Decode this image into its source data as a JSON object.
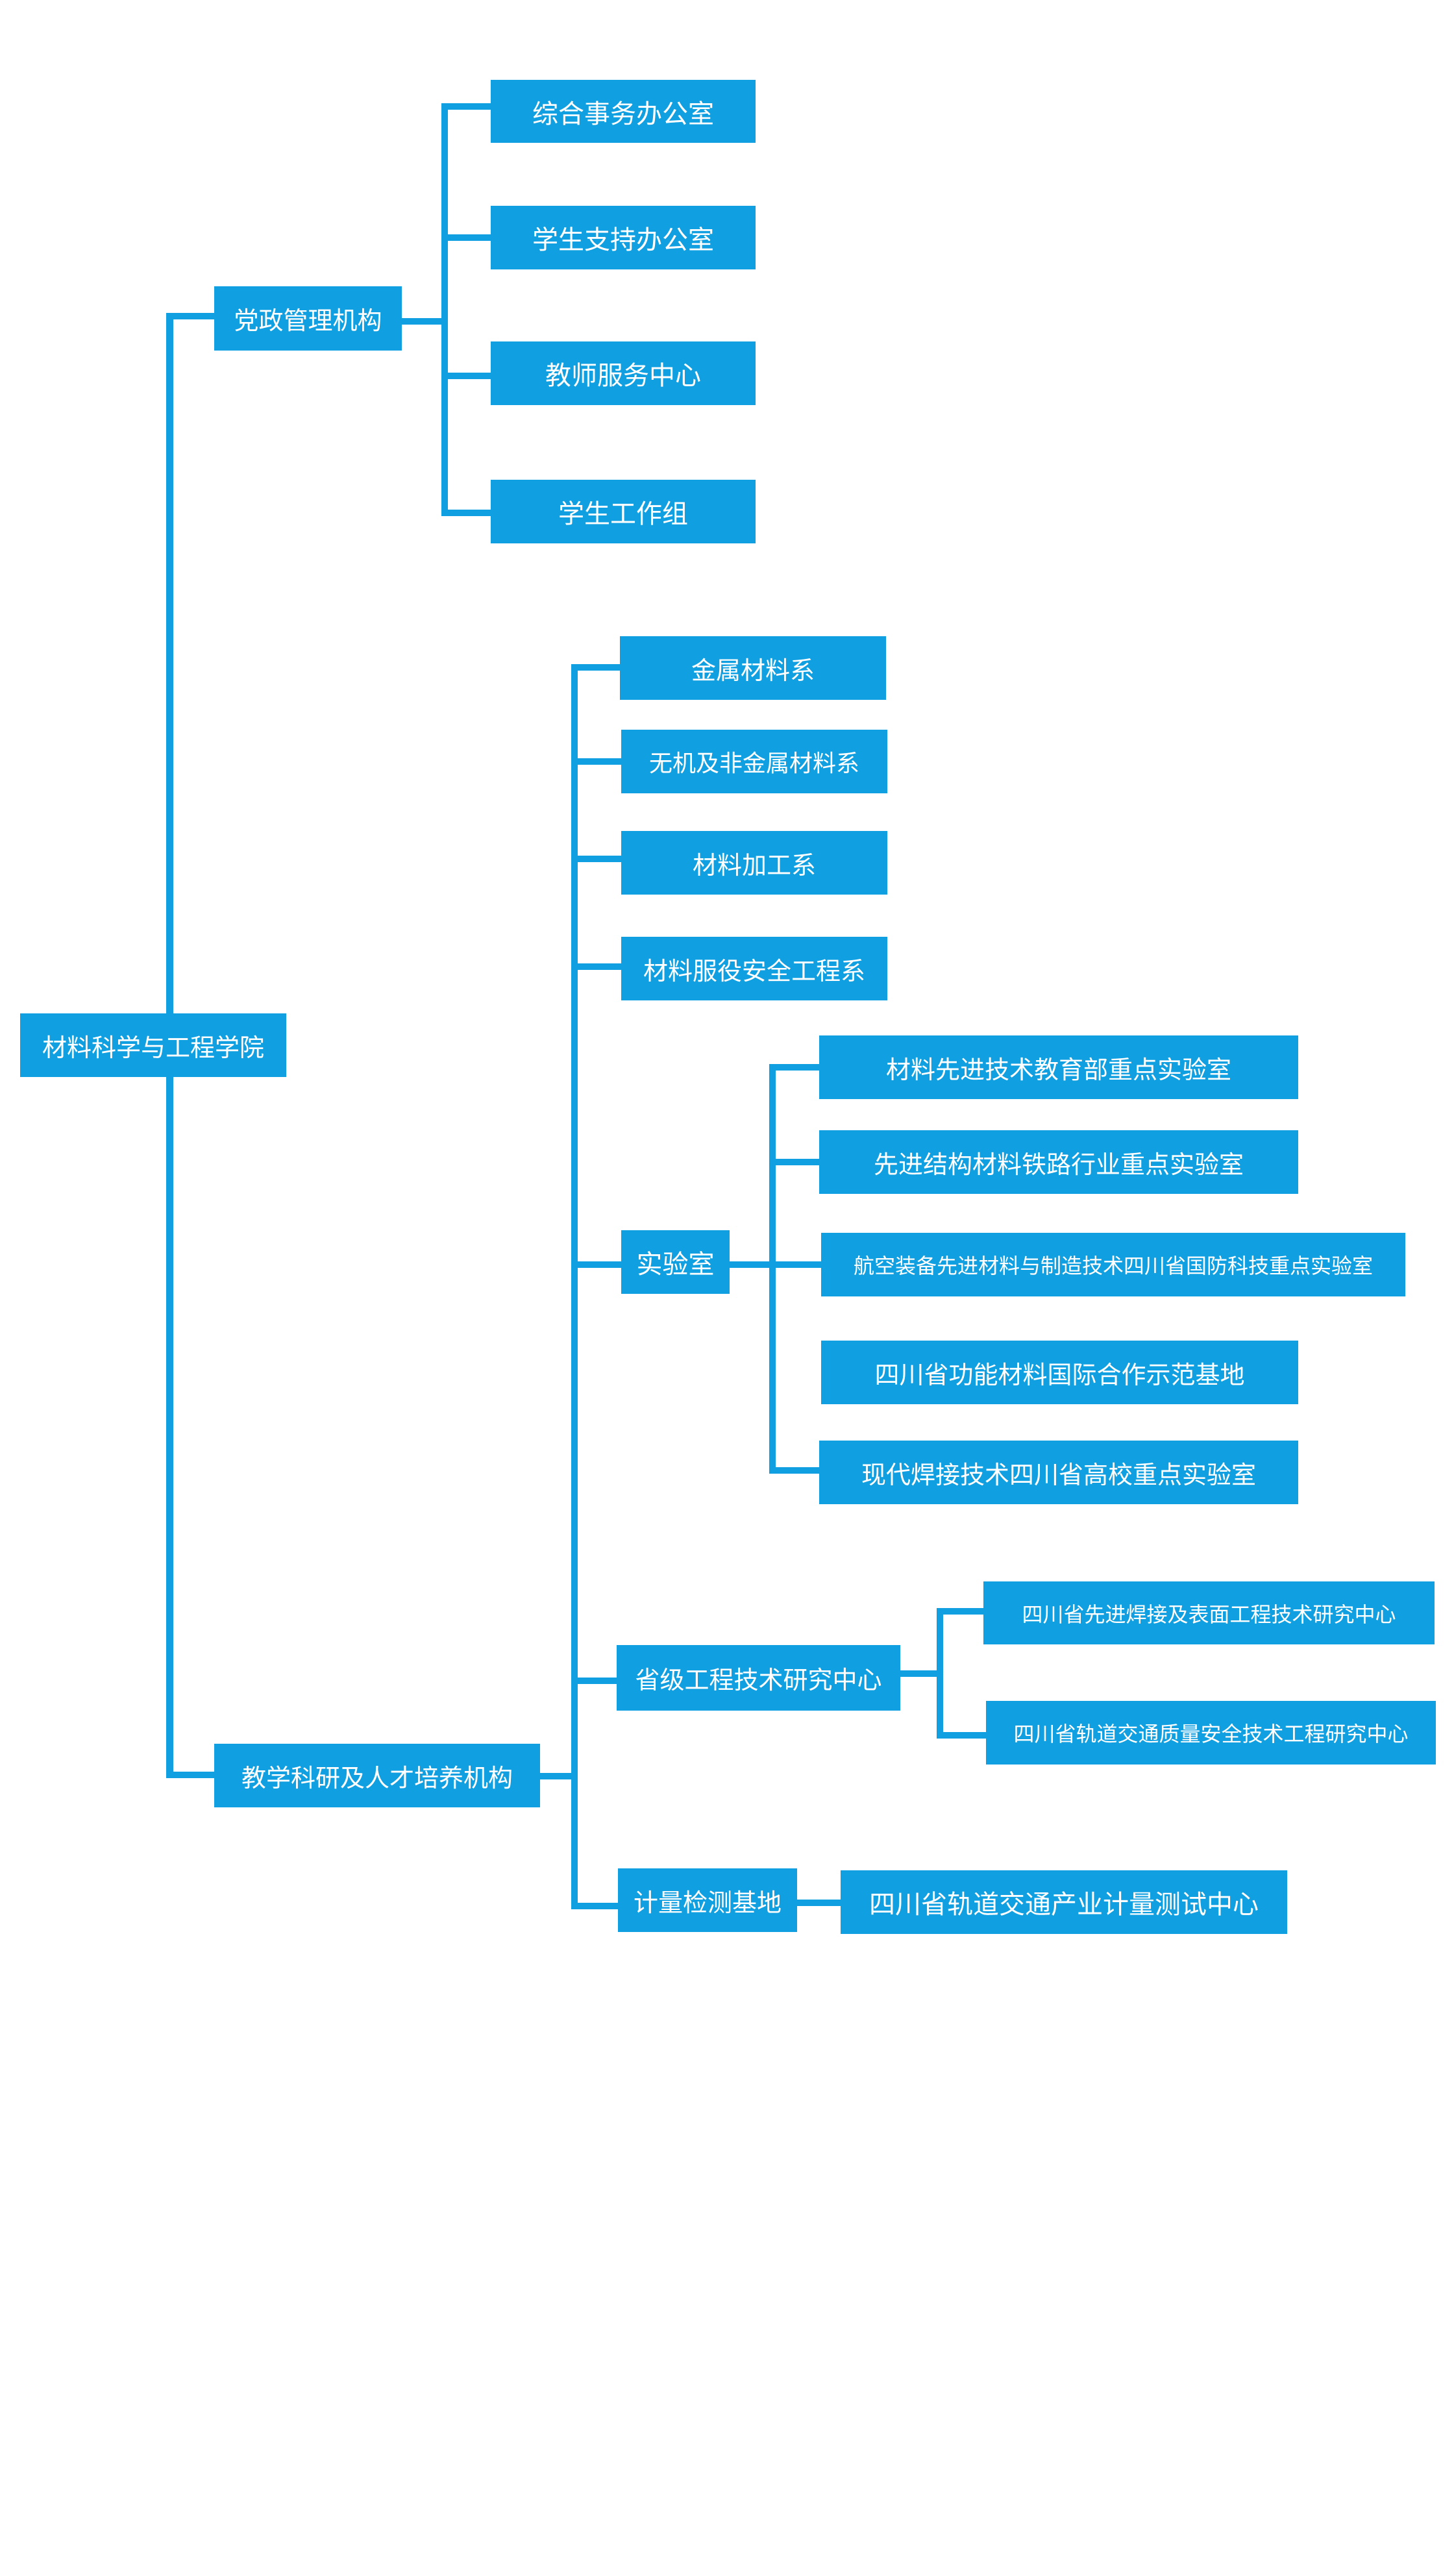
{
  "org": {
    "root": "材料科学与工程学院",
    "admin": {
      "label": "党政管理机构",
      "children": [
        "综合事务办公室",
        "学生支持办公室",
        "教师服务中心",
        "学生工作组"
      ]
    },
    "teaching": {
      "label": "教学科研及人才培养机构",
      "departments": [
        "金属材料系",
        "无机及非金属材料系",
        "材料加工系",
        "材料服役安全工程系"
      ],
      "labs": {
        "label": "实验室",
        "children": [
          "材料先进技术教育部重点实验室",
          "先进结构材料铁路行业重点实验室",
          "航空装备先进材料与制造技术四川省国防科技重点实验室",
          "四川省功能材料国际合作示范基地",
          "现代焊接技术四川省高校重点实验室"
        ]
      },
      "centers": {
        "label": "省级工程技术研究中心",
        "children": [
          "四川省先进焊接及表面工程技术研究中心",
          "四川省轨道交通质量安全技术工程研究中心"
        ]
      },
      "metrology": {
        "label": "计量检测基地",
        "children": [
          "四川省轨道交通产业计量测试中心"
        ]
      }
    }
  },
  "colors": {
    "box": "#109fe0",
    "line": "#109fe0",
    "text": "#ffffff",
    "background": "#ffffff"
  }
}
